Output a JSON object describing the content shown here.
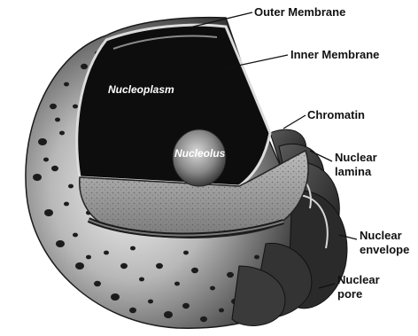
{
  "labels": {
    "outer_membrane": "Outer Membrane",
    "inner_membrane": "Inner Membrane",
    "chromatin": "Chromatin",
    "nuclear_lamina": [
      "Nuclear",
      "lamina"
    ],
    "nuclear_envelope": [
      "Nuclear",
      "envelope"
    ],
    "nuclear_pore": [
      "Nuclear",
      "pore"
    ],
    "nucleoplasm": "Nucleoplasm",
    "nucleolus": "Nucleolus"
  }
}
